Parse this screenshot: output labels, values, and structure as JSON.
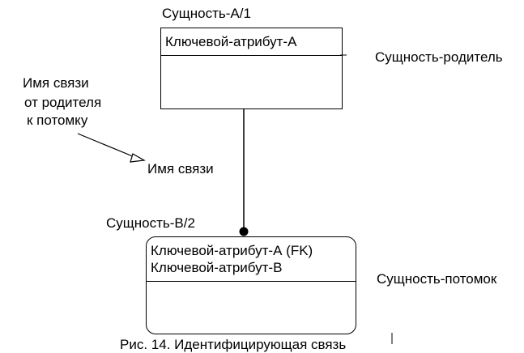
{
  "entity_parent": {
    "name": "Сущность-А/1",
    "key_attribute": "Ключевой-атрибут-А",
    "role_label": "Сущность-родитель"
  },
  "entity_child": {
    "name": "Сущность-В/2",
    "key_attributes": [
      "Ключевой-атрибут-А (FK)",
      "Ключевой-атрибут-В"
    ],
    "role_label": "Сущность-потомок"
  },
  "relationship": {
    "callout_lines": [
      "Имя связи",
      "от родителя",
      "к потомку"
    ],
    "name": "Имя связи"
  },
  "caption": "Рис. 14. Идентифицирующая связь"
}
